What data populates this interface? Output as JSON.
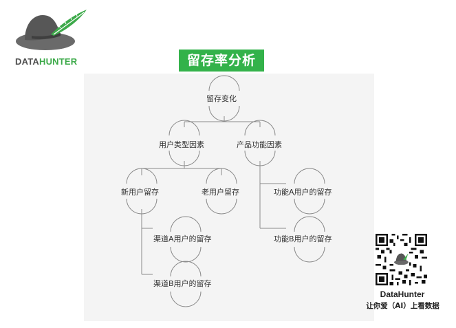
{
  "logo": {
    "text_dark": "DATA",
    "text_green": "HUNTER"
  },
  "title": "留存率分析",
  "tree": {
    "root": "留存变化",
    "branch_user_type": "用户类型因素",
    "branch_product": "产品功能因素",
    "new_user": "新用户留存",
    "old_user": "老用户留存",
    "channel_a": "渠道A用户的留存",
    "channel_b": "渠道B用户的留存",
    "feature_a": "功能A用户的留存",
    "feature_b": "功能B用户的留存"
  },
  "brand": {
    "name": "DataHunter",
    "slogan": "让你爱（AI）上看数据"
  },
  "colors": {
    "accent": "#33b24a",
    "logo_gray": "#666666",
    "line": "#888888"
  }
}
